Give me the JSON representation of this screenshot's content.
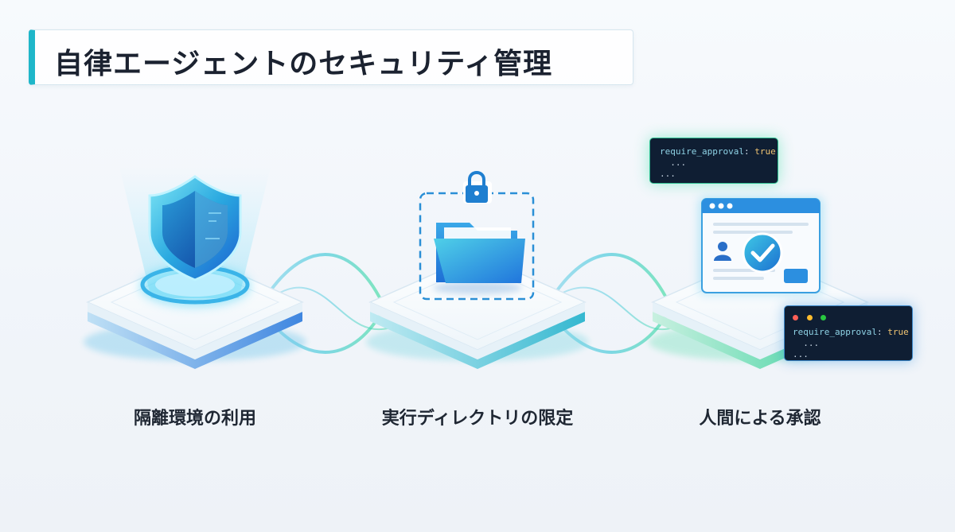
{
  "title": "自律エージェントのセキュリティ管理",
  "steps": [
    {
      "label": "隔離環境の利用",
      "icon": "shield-icon"
    },
    {
      "label": "実行ディレクトリの限定",
      "icon": "locked-folder-icon"
    },
    {
      "label": "人間による承認",
      "icon": "approval-window-icon"
    }
  ],
  "code_snippets": [
    {
      "key": "require_approval",
      "sep": ":",
      "value": "true",
      "lines": [
        "...",
        "..."
      ]
    },
    {
      "key": "require_approval",
      "sep": ":",
      "value": "true",
      "lines": [
        "...",
        "..."
      ]
    }
  ],
  "colors": {
    "accent_cyan": "#1fb6c9",
    "accent_blue": "#2a78e0",
    "accent_green": "#2fd08a",
    "code_bg": "#0f1e33",
    "code_value": "#f2c572"
  }
}
